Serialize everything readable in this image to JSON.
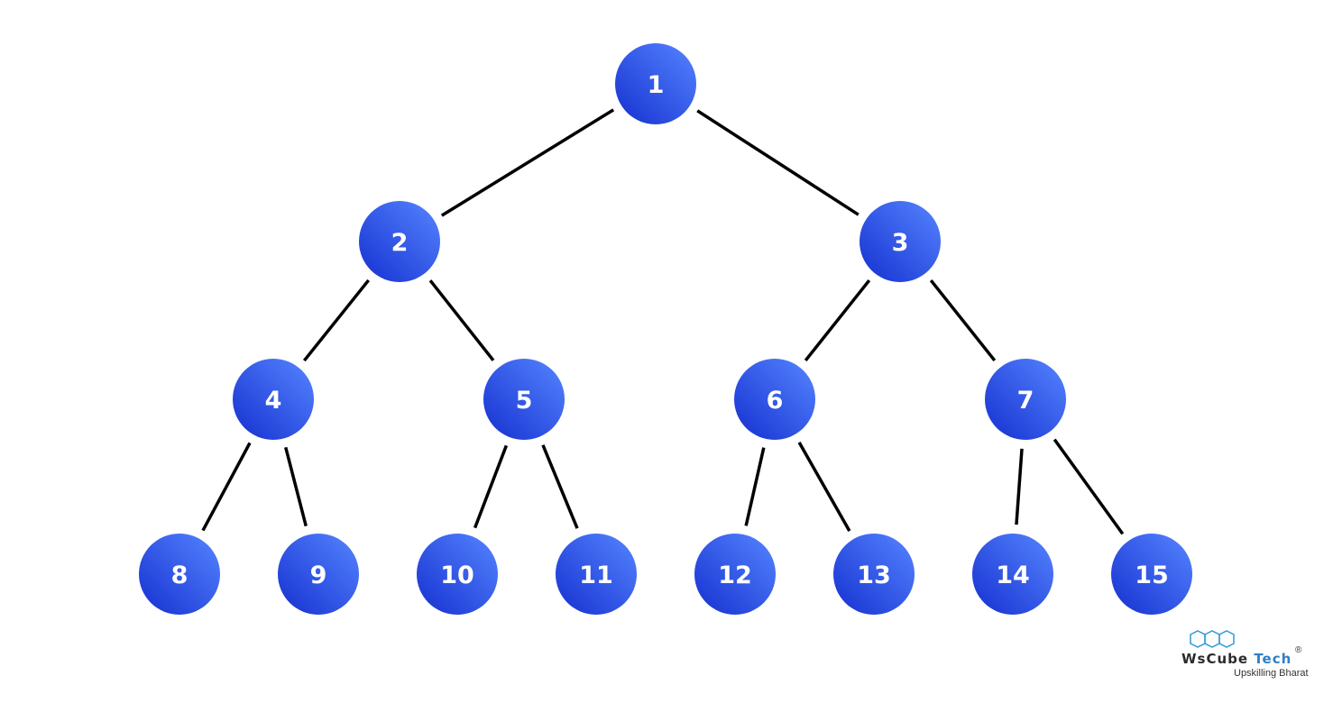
{
  "diagram": {
    "type": "binary-tree",
    "colors": {
      "node_dark": "#1530d0",
      "node_light": "#4f7ffb",
      "edge": "#000000",
      "label": "#ffffff"
    },
    "nodes": [
      {
        "id": 1,
        "label": "1",
        "level": 0
      },
      {
        "id": 2,
        "label": "2",
        "level": 1
      },
      {
        "id": 3,
        "label": "3",
        "level": 1
      },
      {
        "id": 4,
        "label": "4",
        "level": 2
      },
      {
        "id": 5,
        "label": "5",
        "level": 2
      },
      {
        "id": 6,
        "label": "6",
        "level": 2
      },
      {
        "id": 7,
        "label": "7",
        "level": 2
      },
      {
        "id": 8,
        "label": "8",
        "level": 3
      },
      {
        "id": 9,
        "label": "9",
        "level": 3
      },
      {
        "id": 10,
        "label": "10",
        "level": 3
      },
      {
        "id": 11,
        "label": "11",
        "level": 3
      },
      {
        "id": 12,
        "label": "12",
        "level": 3
      },
      {
        "id": 13,
        "label": "13",
        "level": 3
      },
      {
        "id": 14,
        "label": "14",
        "level": 3
      },
      {
        "id": 15,
        "label": "15",
        "level": 3
      }
    ],
    "edges": [
      [
        1,
        2
      ],
      [
        1,
        3
      ],
      [
        2,
        4
      ],
      [
        2,
        5
      ],
      [
        3,
        6
      ],
      [
        3,
        7
      ],
      [
        4,
        8
      ],
      [
        4,
        9
      ],
      [
        5,
        10
      ],
      [
        5,
        11
      ],
      [
        6,
        12
      ],
      [
        6,
        13
      ],
      [
        7,
        14
      ],
      [
        7,
        15
      ]
    ]
  },
  "logo": {
    "brand_part1": "WsCube",
    "brand_part2": "Tech",
    "tagline": "Upskilling Bharat",
    "registered": "®"
  }
}
